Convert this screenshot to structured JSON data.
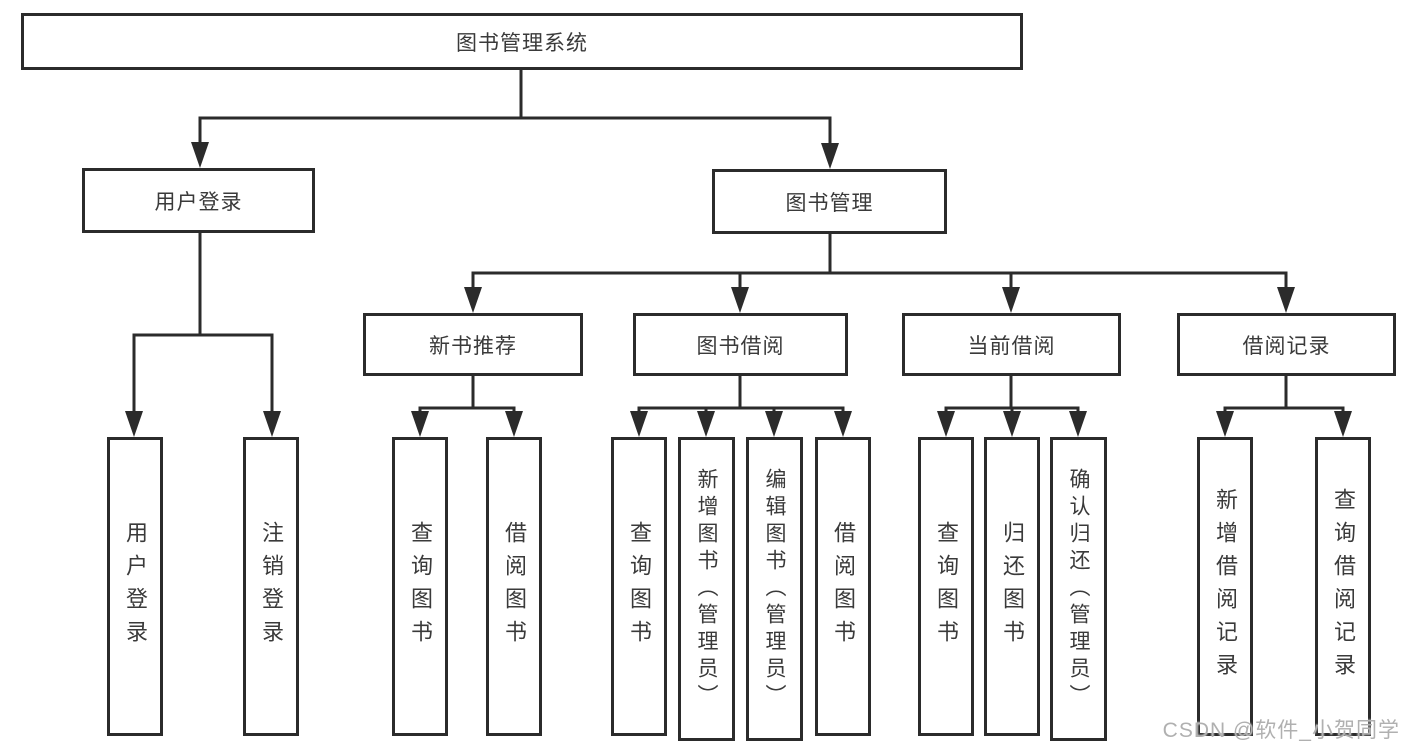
{
  "colors": {
    "line": "#2b2b2b",
    "box_border": "#2b2b2b",
    "box_background": "#ffffff",
    "text": "#3a3a3a",
    "page_background": "#ffffff",
    "watermark": "#b0b0b0"
  },
  "tree": {
    "root": {
      "label": "图书管理系统",
      "children": [
        {
          "label": "用户登录",
          "children": [
            {
              "label": "用户登录"
            },
            {
              "label": "注销登录"
            }
          ]
        },
        {
          "label": "图书管理",
          "children": [
            {
              "label": "新书推荐",
              "children": [
                {
                  "label": "查询图书"
                },
                {
                  "label": "借阅图书"
                }
              ]
            },
            {
              "label": "图书借阅",
              "children": [
                {
                  "label": "查询图书"
                },
                {
                  "label": "新增图书（管理员）"
                },
                {
                  "label": "编辑图书（管理员）"
                },
                {
                  "label": "借阅图书"
                }
              ]
            },
            {
              "label": "当前借阅",
              "children": [
                {
                  "label": "查询图书"
                },
                {
                  "label": "归还图书"
                },
                {
                  "label": "确认归还（管理员）"
                }
              ]
            },
            {
              "label": "借阅记录",
              "children": [
                {
                  "label": "新增借阅记录"
                },
                {
                  "label": "查询借阅记录"
                }
              ]
            }
          ]
        }
      ]
    }
  },
  "watermark": {
    "text": "CSDN @软件_小贺同学"
  }
}
